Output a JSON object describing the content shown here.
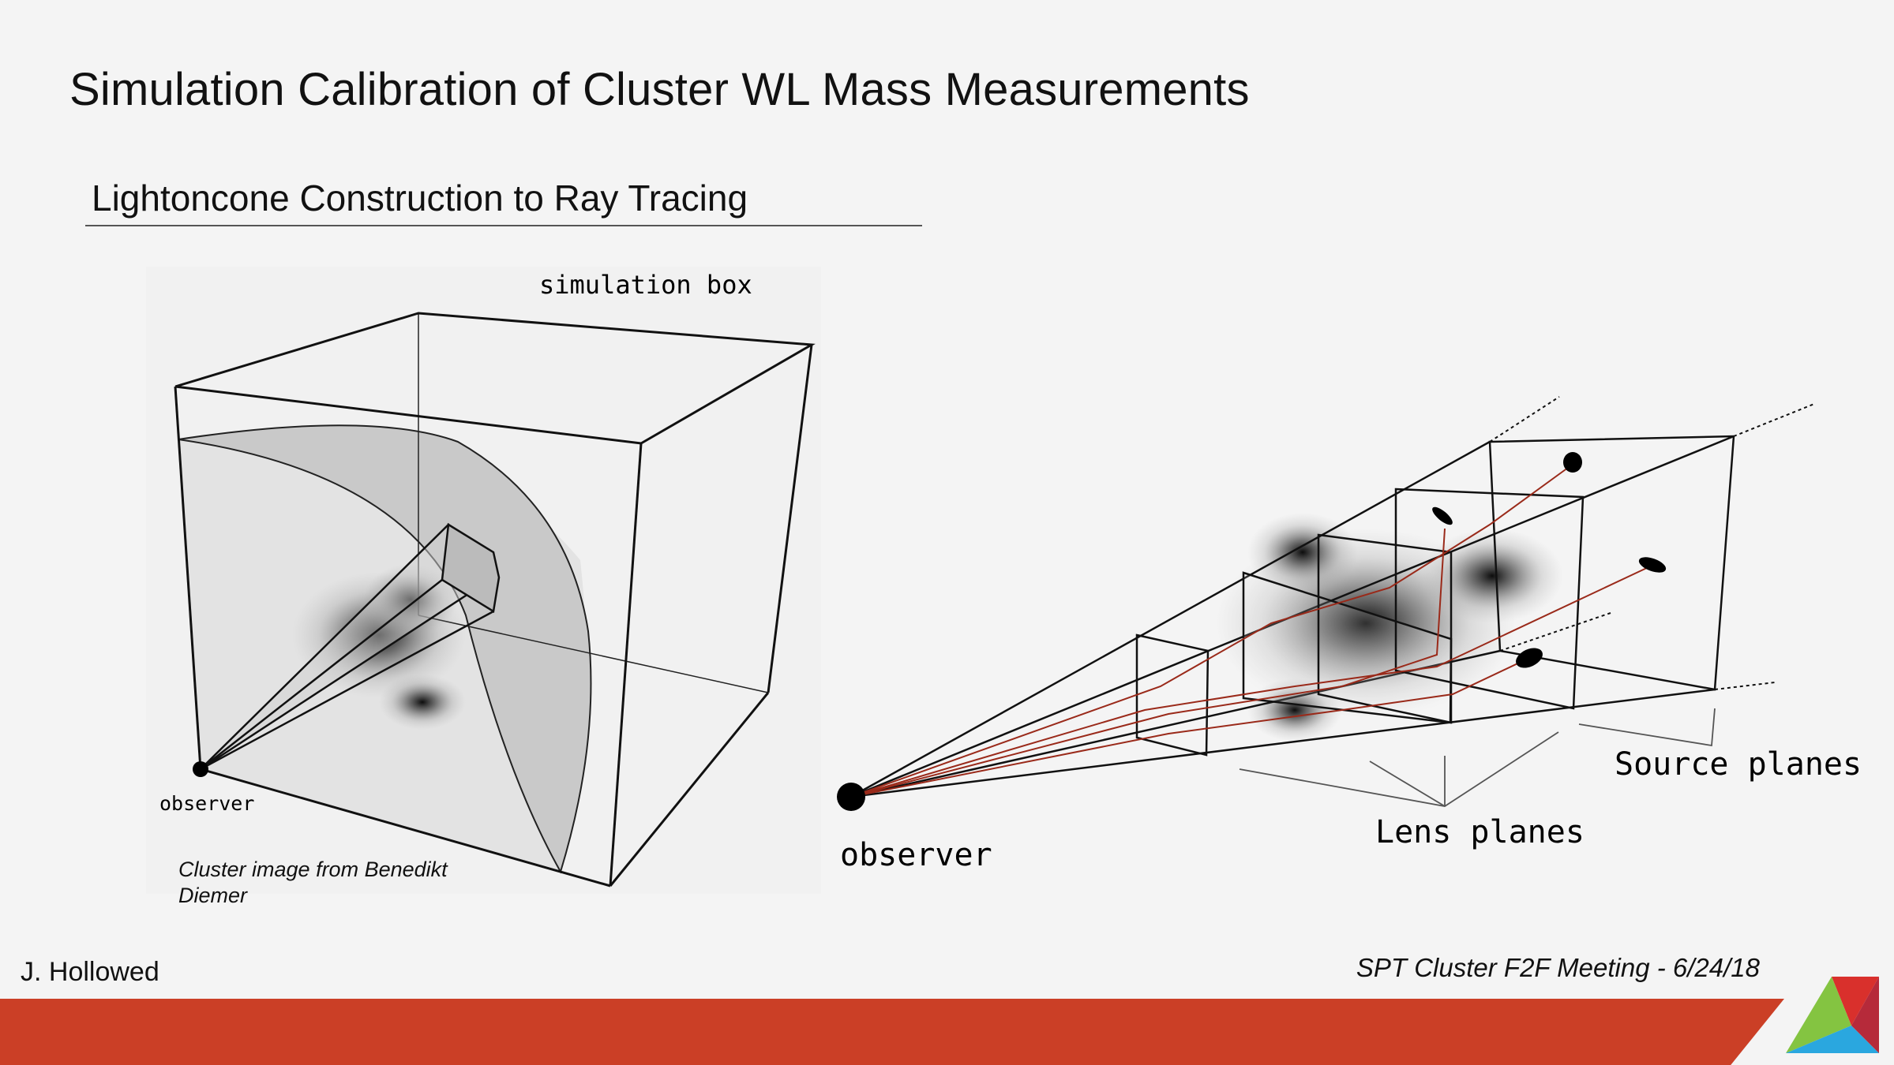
{
  "slide": {
    "title": "Simulation Calibration of Cluster WL Mass Measurements",
    "subtitle": "Lightoncone Construction to Ray Tracing"
  },
  "left_figure": {
    "box_label": "simulation box",
    "observer_label": "observer",
    "credit": "Cluster image from Benedikt Diemer"
  },
  "right_figure": {
    "observer_label": "observer",
    "lens_label": "Lens planes",
    "source_label": "Source planes",
    "ray_color": "#9a2a1a"
  },
  "footer": {
    "author": "J. Hollowed",
    "meeting": "SPT Cluster F2F Meeting - 6/24/18",
    "bar_color": "#cb3f26"
  },
  "logo": {
    "colors": [
      "#d9302c",
      "#84c441",
      "#2aa7df"
    ]
  }
}
